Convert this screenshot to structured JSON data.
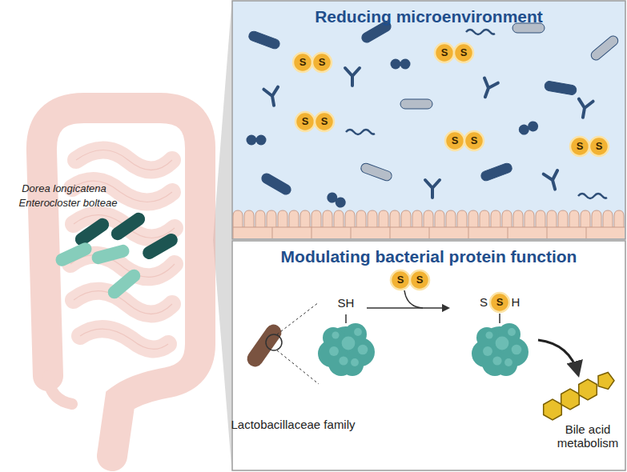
{
  "diagram": {
    "nodes": [
      {
        "text": [
          "Reducing microenvironment"
        ]
      },
      {
        "text": [
          "Modulating bacterial protein function"
        ]
      }
    ],
    "labels": [
      "Dorea longicatena",
      "Enterocloster bolteae",
      "S",
      "S",
      "S",
      "S",
      "S",
      "S",
      "S",
      "S",
      "S",
      "S",
      "SH",
      "S",
      "S",
      "S",
      "S",
      "H",
      "Lactobacillaceae family",
      "Bile acid metabolism"
    ]
  }
}
